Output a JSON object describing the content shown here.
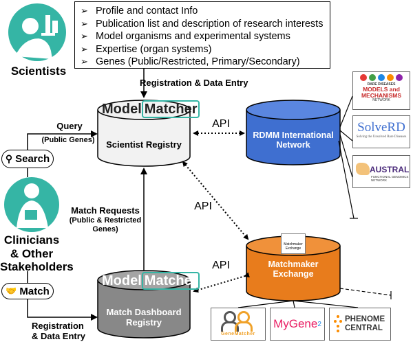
{
  "info_list": {
    "items": [
      "Profile and contact Info",
      "Publication list and description of research interests",
      "Model organisms and experimental systems",
      "Expertise (organ systems)",
      "Genes (Public/Restricted, Primary/Secondary)"
    ],
    "bullet": "➢"
  },
  "actors": {
    "scientists": "Scientists",
    "clinicians_line1": "Clinicians",
    "clinicians_line2": "& Other",
    "clinicians_line3": "Stakeholders"
  },
  "buttons": {
    "search": "Search",
    "match": "Match"
  },
  "nodes": {
    "scientist_registry": "Scientist Registry",
    "rdmm_line1": "RDMM International",
    "rdmm_line2": "Network",
    "mme_line1": "Matchmaker",
    "mme_line2": "Exchange",
    "dashboard_line1": "Match Dashboard",
    "dashboard_line2": "Registry"
  },
  "brand": {
    "model": "Model",
    "matcher": "Matcher",
    "mme_icon_line1": "Matchmaker",
    "mme_icon_line2": "Exchange"
  },
  "edges": {
    "registration_top": "Registration & Data Entry",
    "query": "Query",
    "public_genes": "(Public Genes)",
    "api_rdmm": "API",
    "api_diag": "API",
    "api_mme": "API",
    "match_requests": "Match Requests",
    "match_requests_sub1": "(Public & Restricted",
    "match_requests_sub2": "Genes)",
    "registration_bottom_1": "Registration",
    "registration_bottom_2": "& Data Entry"
  },
  "partners": {
    "rdmm_line1": "RARE DISEASES",
    "rdmm_line2": "MODELS and",
    "rdmm_line3": "MECHANISMS",
    "rdmm_line4": "NETWORK",
    "solve_name": "SolveRD",
    "solve_tag": "Solving the Unsolved Rare Diseases",
    "australian_name": "AUSTRALIAN",
    "australian_sub": "FUNCTIONAL GENOMICS NETWORK",
    "genematcher": "GeneMatcher",
    "mygene": "MyGene",
    "mygene_sup": "2",
    "phenome_line1": "PHENOME",
    "phenome_line2": "CENTRAL"
  },
  "colors": {
    "teal": "#35b5a5",
    "blue": "#3f6fd0",
    "orange": "#e87c1c",
    "grey": "#888888",
    "light_grey": "#f0f0f0"
  }
}
